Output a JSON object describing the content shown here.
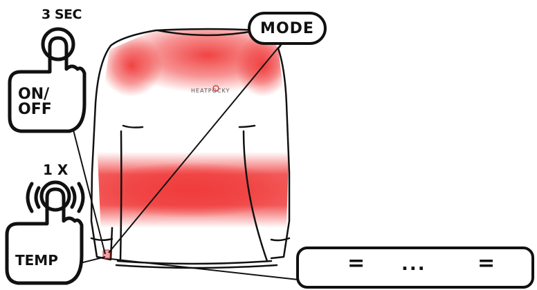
{
  "labels": {
    "hold_duration": "3 SEC",
    "on_off_line1": "ON/",
    "on_off_line2": "OFF",
    "press_count": "1 X",
    "temp": "TEMP",
    "mode": "MODE"
  },
  "brand_text": "HEATPOCKY",
  "legend": {
    "equals_1": "=",
    "equals_2": "=",
    "ellipsis": "..."
  },
  "icons": [
    "hand-press-icon",
    "hand-press-waves-icon",
    "power-button-icon",
    "battery-full-icon",
    "battery-low-icon"
  ],
  "colors": {
    "heat": "#f03a3a",
    "outline": "#111111"
  }
}
